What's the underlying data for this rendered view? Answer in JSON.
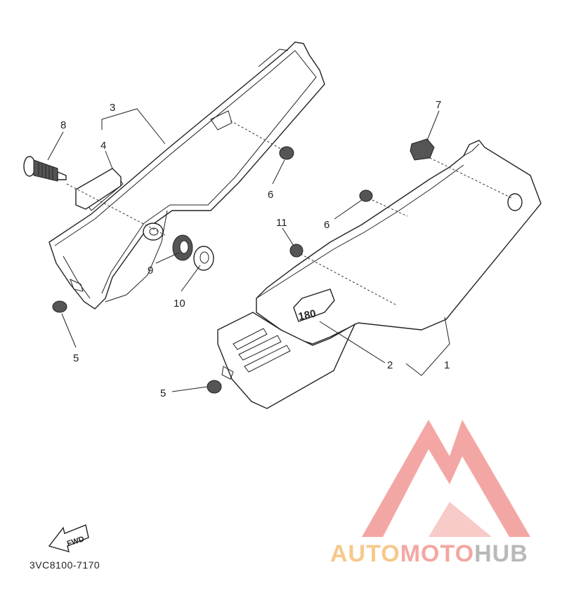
{
  "diagram": {
    "callouts": [
      {
        "id": "c1",
        "label": "1"
      },
      {
        "id": "c2",
        "label": "2"
      },
      {
        "id": "c3",
        "label": "3"
      },
      {
        "id": "c4",
        "label": "4"
      },
      {
        "id": "c5a",
        "label": "5"
      },
      {
        "id": "c5b",
        "label": "5"
      },
      {
        "id": "c6a",
        "label": "6"
      },
      {
        "id": "c6b",
        "label": "6"
      },
      {
        "id": "c7",
        "label": "7"
      },
      {
        "id": "c8",
        "label": "8"
      },
      {
        "id": "c9",
        "label": "9"
      },
      {
        "id": "c10",
        "label": "10"
      },
      {
        "id": "c11",
        "label": "11"
      }
    ],
    "emblem_text": "180",
    "fwd_text": "FWD",
    "part_number": "3VC8100-7170"
  },
  "watermark": {
    "part1": "AUTO",
    "part2": "MOTO",
    "part3": "HUB",
    "colors": {
      "auto": "#f6c98b",
      "moto": "#f4a7a2",
      "hub": "#b9b9b9",
      "logo": "#f08a86"
    }
  }
}
